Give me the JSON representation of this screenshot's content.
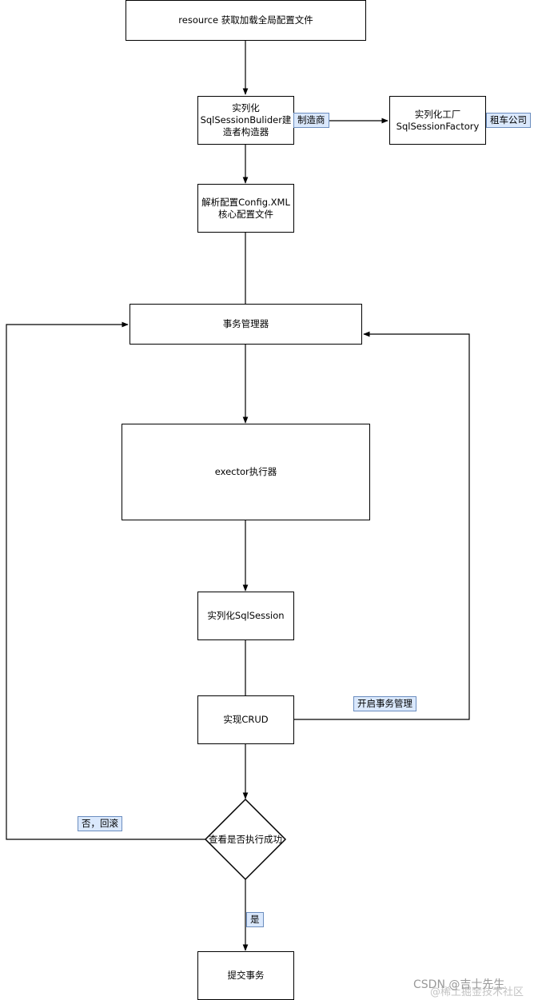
{
  "nodes": {
    "resource": "resource 获取加载全局配置文件",
    "builder": [
      "实列化",
      "SqlSessionBulider建",
      "造者构造器"
    ],
    "factory": [
      "实列化工厂",
      "SqlSessionFactory"
    ],
    "parse": [
      "解析配置Config.XML",
      "核心配置文件"
    ],
    "tx_manager": "事务管理器",
    "executor": "exector执行器",
    "sqlsession": "实列化SqlSession",
    "crud": "实现CRUD",
    "decision": "查看是否执行成功",
    "commit": "提交事务"
  },
  "labels": {
    "builder_tag": "制造商",
    "factory_tag": "租车公司",
    "open_tx": "开启事务管理",
    "rollback": "否，回滚",
    "yes": "是"
  },
  "watermark": {
    "text": "CSDN @吉士先生",
    "faint": "@稀土掘金技术社区"
  }
}
